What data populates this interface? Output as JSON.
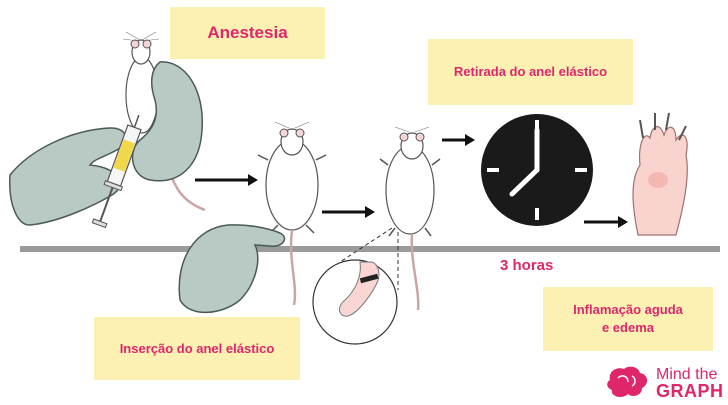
{
  "labels": {
    "anesthesia": "Anestesia",
    "ring_removal": "Retirada do anel elástico",
    "ring_insertion": "Inserção do anel elástico",
    "inflammation_line1": "Inflamação aguda",
    "inflammation_line2": "e edema",
    "duration": "3 horas"
  },
  "brand": {
    "line1": "Mind the",
    "line2": "GRAPH"
  },
  "colors": {
    "label_background": "#fdf0b3",
    "label_text": "#e0266b",
    "glove": "#b9c9c3",
    "timeline": "#9a9a9a",
    "clock_face": "#1a1a1a"
  },
  "icons": [
    "syringe-icon",
    "glove-icon",
    "mouse-icon",
    "arrow-icon",
    "clock-icon",
    "paw-icon",
    "brain-logo-icon"
  ]
}
